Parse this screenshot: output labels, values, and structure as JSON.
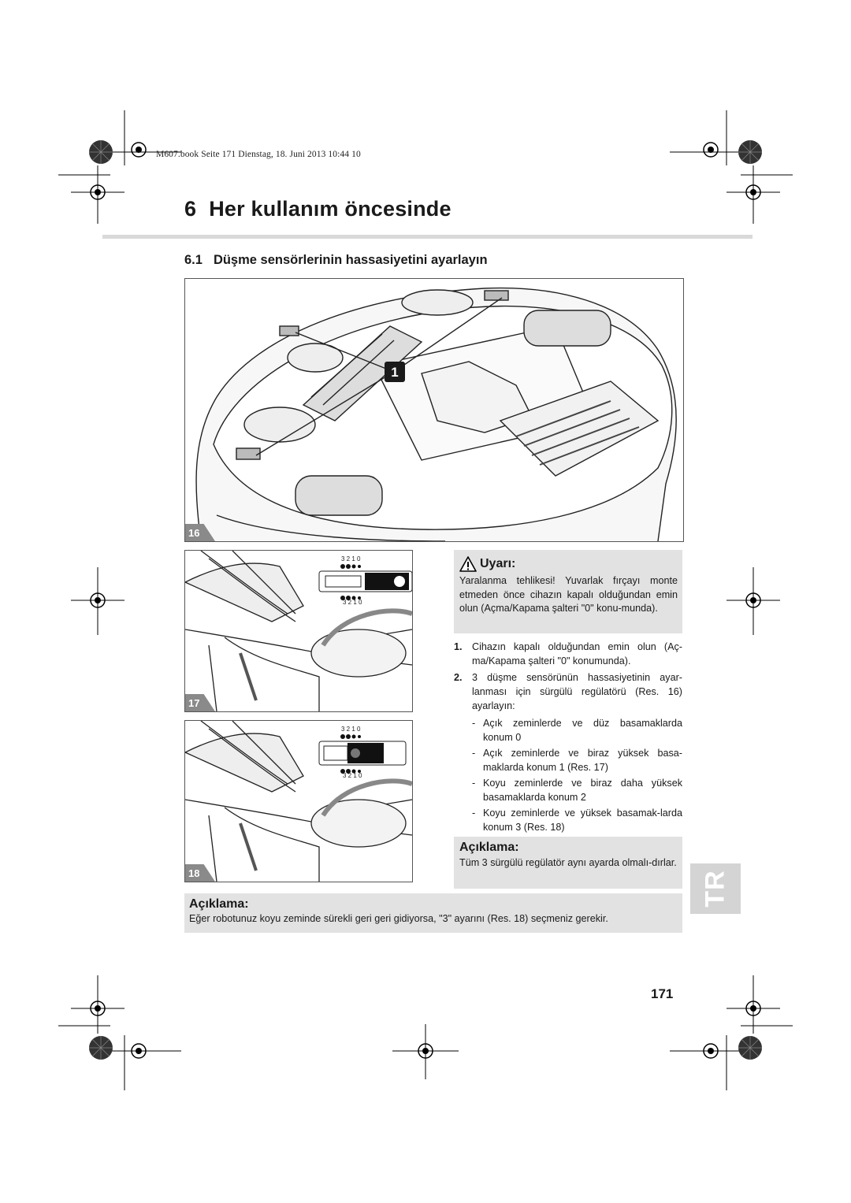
{
  "header": {
    "file_line": "M607.book  Seite 171  Dienstag, 18. Juni 2013  10:44 10"
  },
  "chapter": {
    "number": "6",
    "title": "Her kullanım öncesinde"
  },
  "section": {
    "number": "6.1",
    "title": "Düşme sensörlerinin hassasiyetini ayarlayın"
  },
  "figures": {
    "fig16": {
      "label": "16",
      "callout": "1"
    },
    "fig17": {
      "label": "17",
      "switch_numbers": "3 2 1 0"
    },
    "fig18": {
      "label": "18",
      "switch_numbers": "3 2 1 0"
    }
  },
  "warning": {
    "title": "Uyarı:",
    "text": "Yaralanma tehlikesi! Yuvarlak fırçayı monte etmeden önce cihazın kapalı olduğundan emin olun (Açma/Kapama şalteri \"0\" konu-munda).",
    "icon": "warning-triangle-icon"
  },
  "steps": [
    {
      "num": "1.",
      "text": "Cihazın kapalı olduğundan emin olun (Aç-ma/Kapama şalteri \"0\" konumunda)."
    },
    {
      "num": "2.",
      "text": "3 düşme sensörünün hassasiyetinin ayar-lanması için sürgülü regülatörü (Res. 16) ayarlayın:"
    }
  ],
  "substeps": [
    {
      "dash": "-",
      "text": "Açık zeminlerde ve düz basamaklarda konum 0"
    },
    {
      "dash": "-",
      "text": "Açık zeminlerde ve biraz yüksek basa-maklarda konum 1 (Res. 17)"
    },
    {
      "dash": "-",
      "text": "Koyu zeminlerde ve biraz daha yüksek basamaklarda konum 2"
    },
    {
      "dash": "-",
      "text": "Koyu zeminlerde ve yüksek basamak-larda konum 3 (Res. 18)"
    }
  ],
  "note_right": {
    "title": "Açıklama:",
    "text": "Tüm 3 sürgülü regülatör aynı ayarda olmalı-dırlar."
  },
  "note_bottom": {
    "title": "Açıklama:",
    "text": "Eğer robotunuz koyu zeminde sürekli geri geri gidiyorsa, \"3\" ayarını (Res. 18) seçmeniz gerekir."
  },
  "page_number": "171",
  "language_tab": "TR",
  "colors": {
    "box_gray": "#e2e2e2",
    "tab_gray": "#d4d4d4",
    "label_gray": "#8a8a8a"
  }
}
